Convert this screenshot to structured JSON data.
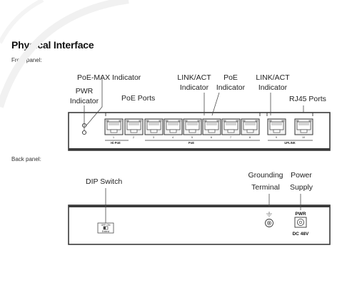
{
  "heading": "Physical Interface",
  "front_panel": {
    "section_label": "Front panel:",
    "callouts": {
      "poe_max": "PoE-MAX Indicator",
      "pwr_line1": "PWR",
      "pwr_line2": "Indicator",
      "poe_ports": "PoE Ports",
      "link_act_line1": "LINK/ACT",
      "link_act_line2": "Indicator",
      "poe_ind_line1": "PoE",
      "poe_ind_line2": "Indicator",
      "uplink_link_act_line1": "LINK/ACT",
      "uplink_link_act_line2": "Indicator",
      "rj45_ports": "RJ45 Ports"
    },
    "silkscreen": {
      "hi_poe": "Hi-PoE",
      "poe": "PoE",
      "uplink": "UPLINK",
      "port_numbers": [
        "1",
        "2",
        "3",
        "4",
        "5",
        "6",
        "7",
        "8"
      ],
      "uplink_numbers": [
        "9",
        "10"
      ]
    }
  },
  "back_panel": {
    "section_label": "Back panel:",
    "callouts": {
      "dip_switch": "DIP Switch",
      "grounding_line1": "Grounding",
      "grounding_line2": "Terminal",
      "power_line1": "Power",
      "power_line2": "Supply"
    },
    "silkscreen": {
      "dip_top": "OFF ON",
      "dip_bottom": "Extend",
      "pwr": "PWR",
      "dc": "DC 48V"
    }
  },
  "colors": {
    "panel_stroke": "#3a3a3a",
    "callout_line": "#4a4a4a",
    "port_fill": "#f2f2f2"
  }
}
